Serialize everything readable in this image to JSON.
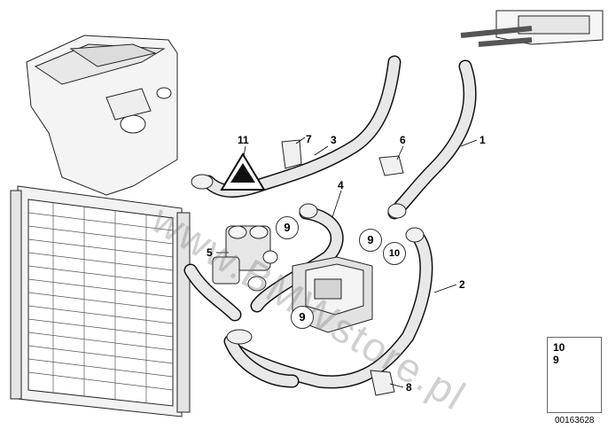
{
  "callouts": {
    "c1": "1",
    "c2": "2",
    "c3": "3",
    "c4": "4",
    "c5": "5",
    "c6": "6",
    "c7": "7",
    "c8": "8",
    "c11": "11"
  },
  "bubbles": {
    "b9a": "9",
    "b9b": "9",
    "b9c": "9",
    "b10": "10"
  },
  "watermark": "www.BMWstore.pl",
  "legend": {
    "top": "10",
    "bottom": "9"
  },
  "doc_number": "00163628",
  "colors": {
    "line": "#000000",
    "fill_light": "#f2f2f2",
    "fill_mid": "#d9d9d9",
    "watermark": "#8a8a8a"
  }
}
